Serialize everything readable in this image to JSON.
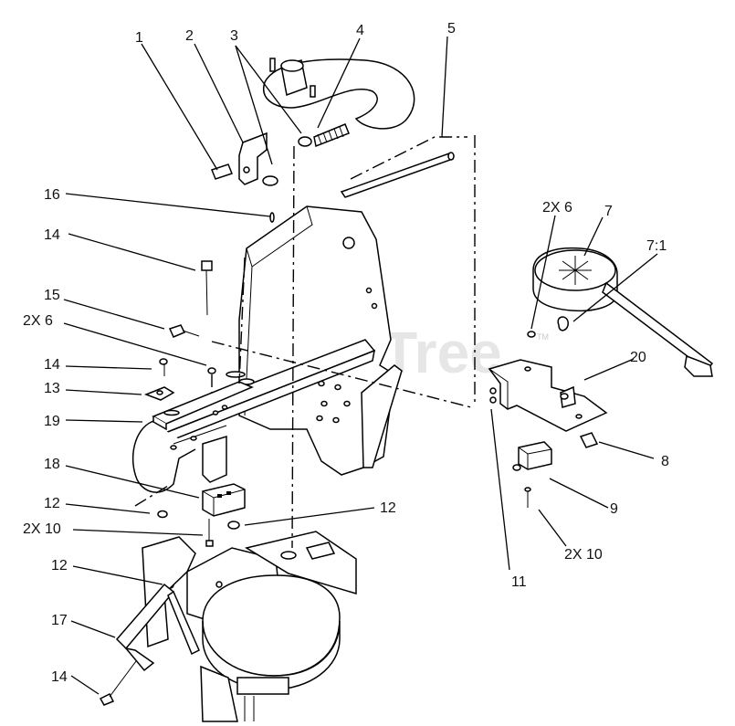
{
  "watermark": {
    "text": "PartsTree",
    "mark": "TM"
  },
  "callouts": [
    {
      "id": "c1",
      "text": "1"
    },
    {
      "id": "c2",
      "text": "2"
    },
    {
      "id": "c3",
      "text": "3"
    },
    {
      "id": "c4",
      "text": "4"
    },
    {
      "id": "c5",
      "text": "5"
    },
    {
      "id": "c16",
      "text": "16"
    },
    {
      "id": "c14a",
      "text": "14"
    },
    {
      "id": "c15",
      "text": "15"
    },
    {
      "id": "c2x6a",
      "text": "2X 6"
    },
    {
      "id": "c14b",
      "text": "14"
    },
    {
      "id": "c13",
      "text": "13"
    },
    {
      "id": "c19",
      "text": "19"
    },
    {
      "id": "c18",
      "text": "18"
    },
    {
      "id": "c12a",
      "text": "12"
    },
    {
      "id": "c2x10a",
      "text": "2X 10"
    },
    {
      "id": "c12b",
      "text": "12"
    },
    {
      "id": "c12c",
      "text": "12"
    },
    {
      "id": "c17",
      "text": "17"
    },
    {
      "id": "c14c",
      "text": "14"
    },
    {
      "id": "c2x6b",
      "text": "2X 6"
    },
    {
      "id": "c7",
      "text": "7"
    },
    {
      "id": "c71",
      "text": "7:1"
    },
    {
      "id": "c20",
      "text": "20"
    },
    {
      "id": "c8",
      "text": "8"
    },
    {
      "id": "c9",
      "text": "9"
    },
    {
      "id": "c2x10b",
      "text": "2X 10"
    },
    {
      "id": "c11",
      "text": "11"
    }
  ]
}
